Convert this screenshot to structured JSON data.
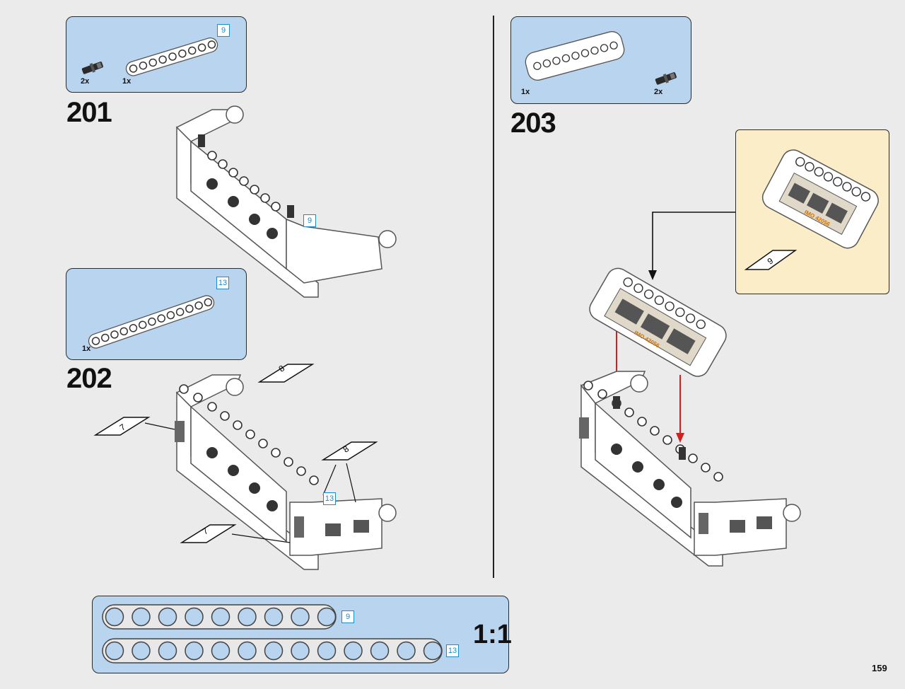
{
  "page_number": "159",
  "divider": true,
  "steps": [
    {
      "number": "201",
      "parts": [
        {
          "qty": "2x",
          "part": "pin-icon"
        },
        {
          "qty": "1x",
          "part": "beam-9-icon",
          "length": "9"
        }
      ],
      "callouts": [
        "9"
      ]
    },
    {
      "number": "202",
      "parts": [
        {
          "qty": "1x",
          "part": "beam-13-icon",
          "length": "13"
        }
      ],
      "callouts": [
        "13"
      ],
      "stickers": [
        "8",
        "7",
        "8",
        "7"
      ]
    },
    {
      "number": "203",
      "parts": [
        {
          "qty": "1x",
          "part": "panel-icon"
        },
        {
          "qty": "2x",
          "part": "pin-icon"
        }
      ],
      "subassembly_sticker": "6",
      "sticker_text": "IMO 42056"
    }
  ],
  "scale_box": {
    "label": "1:1",
    "beams": [
      {
        "length": "9",
        "holes": 9
      },
      {
        "length": "13",
        "holes": 13
      }
    ]
  },
  "colors": {
    "parts_bg": "#b8d4ef",
    "callout_bg": "#fbedc7",
    "length_box": "#1a8ccc",
    "arrow_red": "#cc2222"
  }
}
